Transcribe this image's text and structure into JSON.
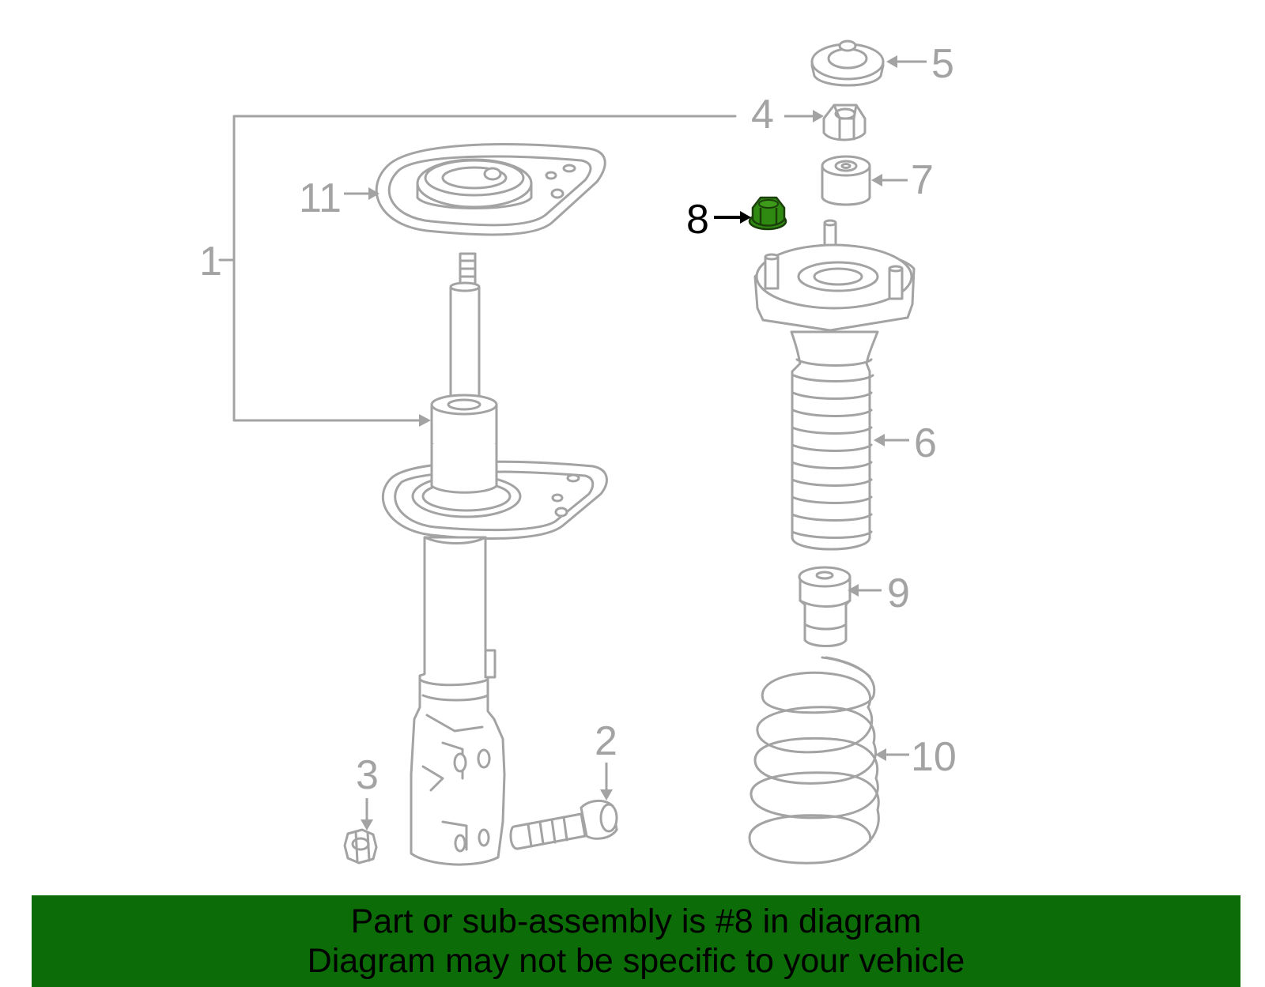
{
  "diagram": {
    "callouts": [
      "1",
      "2",
      "3",
      "4",
      "5",
      "6",
      "7",
      "8",
      "9",
      "10",
      "11"
    ],
    "highlighted_part": "8",
    "highlight_color": "#2f8a12"
  },
  "banner": {
    "line1": "Part or sub-assembly is #8 in diagram",
    "line2": "Diagram may not be specific to your vehicle",
    "background_color": "#0c6c07"
  }
}
